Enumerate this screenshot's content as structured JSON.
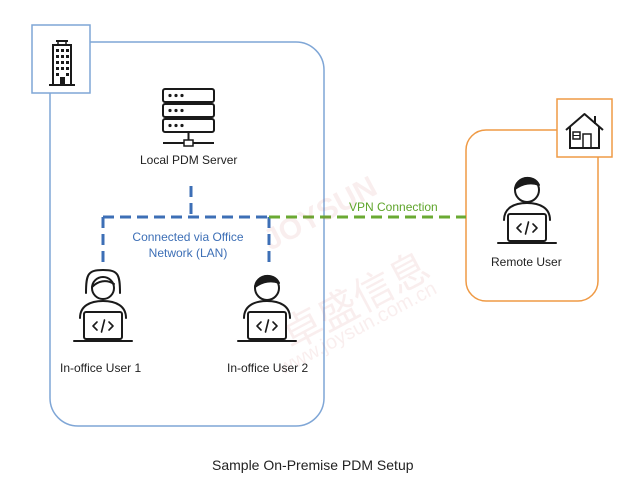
{
  "diagram": {
    "server_label": "Local PDM Server",
    "lan_label_line1": "Connected via Office",
    "lan_label_line2": "Network (LAN)",
    "vpn_label": "VPN Connection",
    "user1_label": "In-office User 1",
    "user2_label": "In-office User 2",
    "remote_label": "Remote User",
    "caption": "Sample On-Premise PDM Setup"
  },
  "watermark": {
    "brand": "JOYSUN",
    "chinese": "卓盛信息",
    "url": "www.joysun.com.cn"
  },
  "colors": {
    "office_border": "#7fa6d6",
    "lan_line": "#3d6fb6",
    "vpn_line": "#6aaa33",
    "remote_border": "#ef9a45",
    "icon_stroke": "#1a1a1a"
  },
  "icons": [
    "building-icon",
    "server-icon",
    "house-icon",
    "user-laptop-icon"
  ]
}
